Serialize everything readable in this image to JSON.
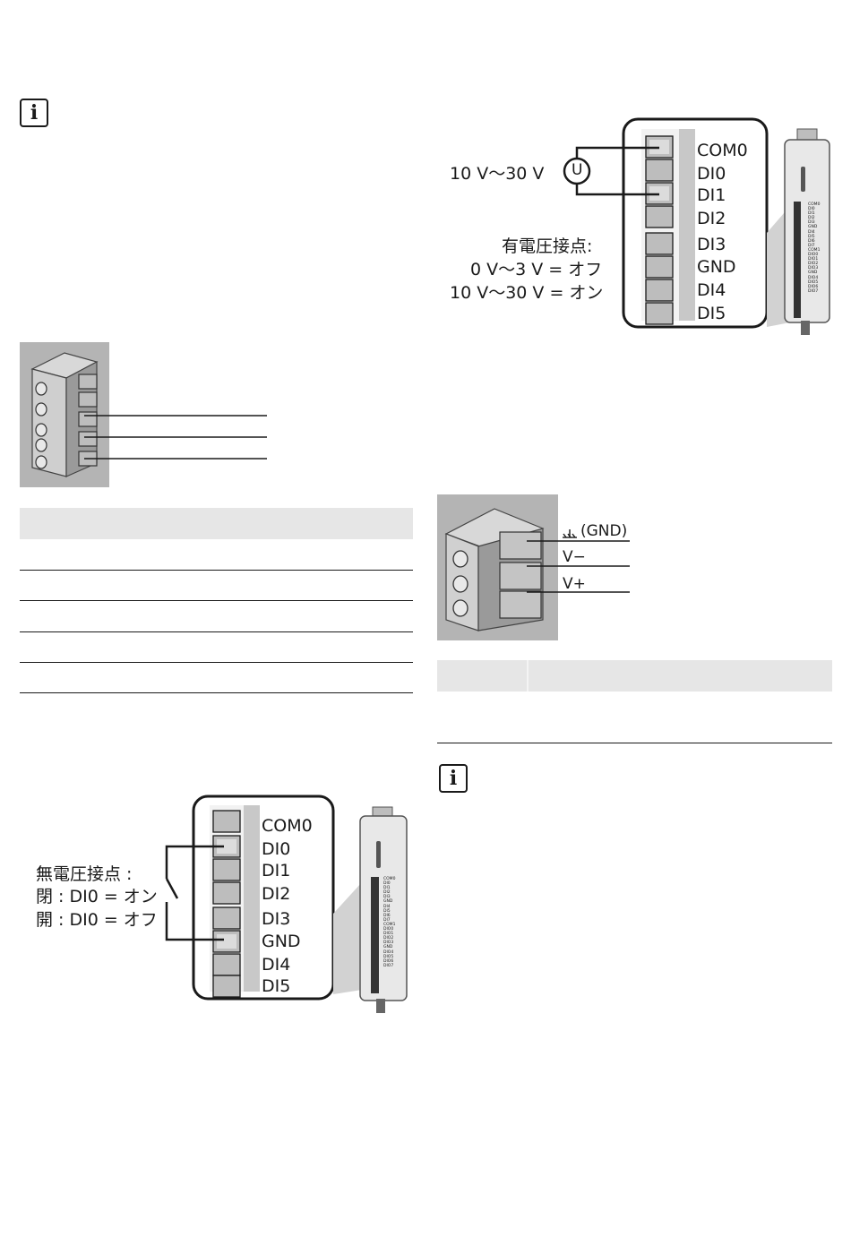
{
  "info_icons": [
    "i",
    "i"
  ],
  "voltage_diagram": {
    "terminals": [
      "COM0",
      "DI0",
      "DI1",
      "DI2",
      "DI3",
      "GND",
      "DI4",
      "DI5"
    ],
    "range_label": "10 V〜30 V",
    "source_symbol": "U",
    "contact_title": "有電圧接点:",
    "contact_off": "0 V〜3 V = オフ",
    "contact_on": "10 V〜30 V = オン"
  },
  "dry_contact_diagram": {
    "terminals": [
      "COM0",
      "DI0",
      "DI1",
      "DI2",
      "DI3",
      "GND",
      "DI4",
      "DI5"
    ],
    "contact_title": "無電圧接点 :",
    "closed": "閉 : DI0 = オン",
    "open": "開 : DI0 = オフ"
  },
  "device_labels": [
    "COM0",
    "DI0",
    "DI1",
    "DI2",
    "DI3",
    "GND",
    "DI4",
    "DI5",
    "DI6",
    "DI7",
    "COM1",
    "DIO0",
    "DIO1",
    "DIO2",
    "DIO3",
    "GND",
    "DIO4",
    "DIO5",
    "DIO6",
    "DIO7"
  ],
  "power_connector": {
    "labels": [
      "(GND)",
      "V−",
      "V+"
    ]
  }
}
